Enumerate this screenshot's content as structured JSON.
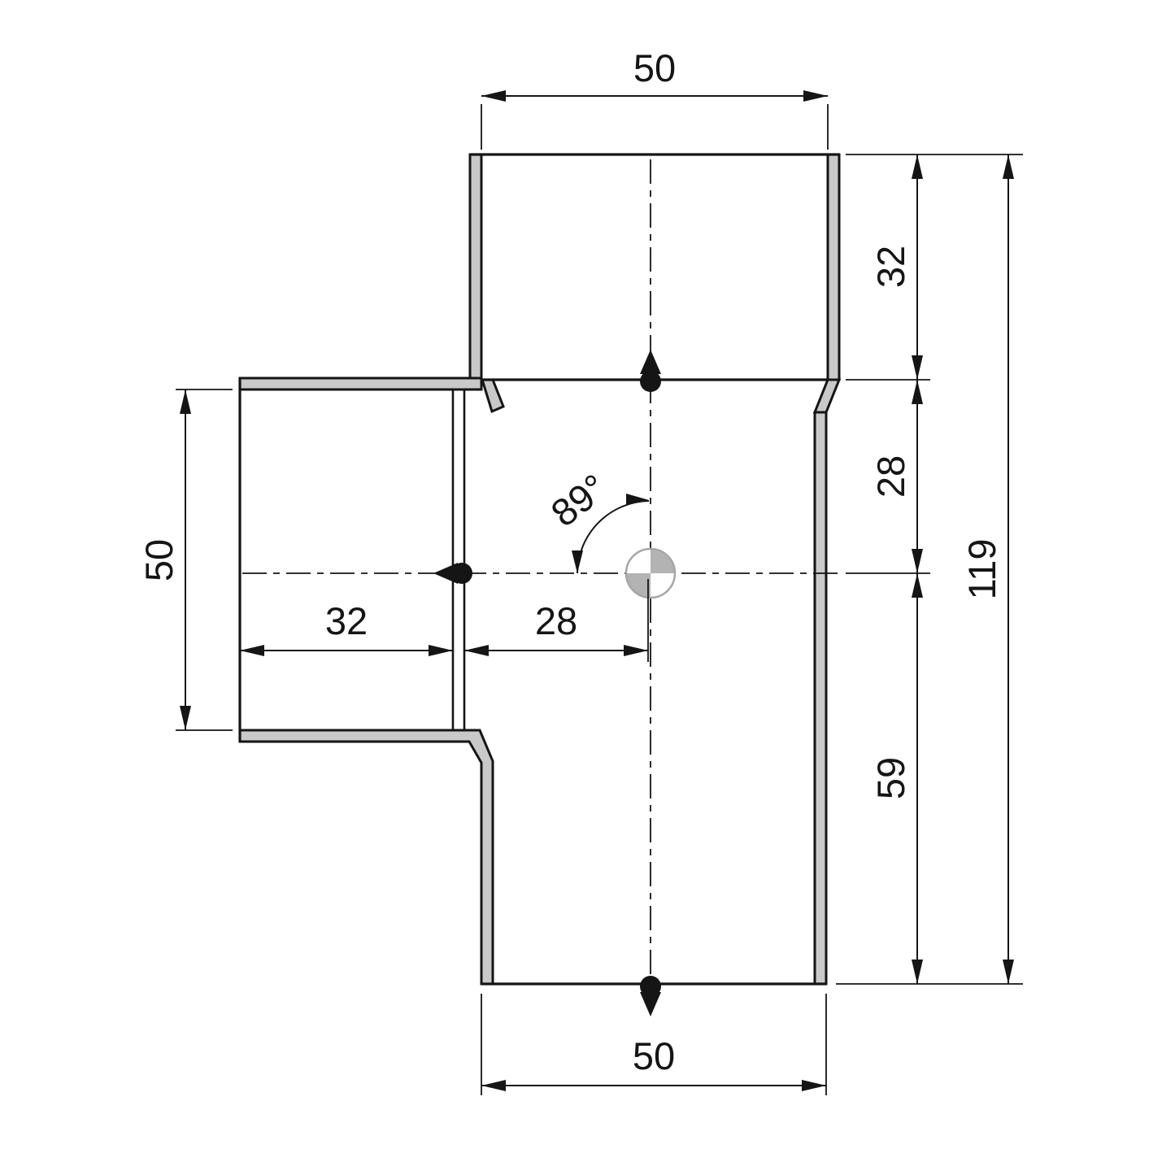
{
  "drawing": {
    "kind": "technical-dimension-drawing",
    "subject": "tee-fitting-cross-section",
    "labels": {
      "top_width": "50",
      "right_socket_depth": "32",
      "right_shoulder_to_axis": "28",
      "right_axis_to_bottom": "59",
      "overall_height": "119",
      "branch_opening": "50",
      "branch_socket_depth": "32",
      "branch_shoulder_to_axis": "28",
      "branch_angle": "89°",
      "bottom_width": "50"
    },
    "colors": {
      "line": "#151515",
      "wall_fill": "#c9c9c9",
      "background": "#ffffff",
      "center_quadrant": "#b3b3b3"
    }
  }
}
